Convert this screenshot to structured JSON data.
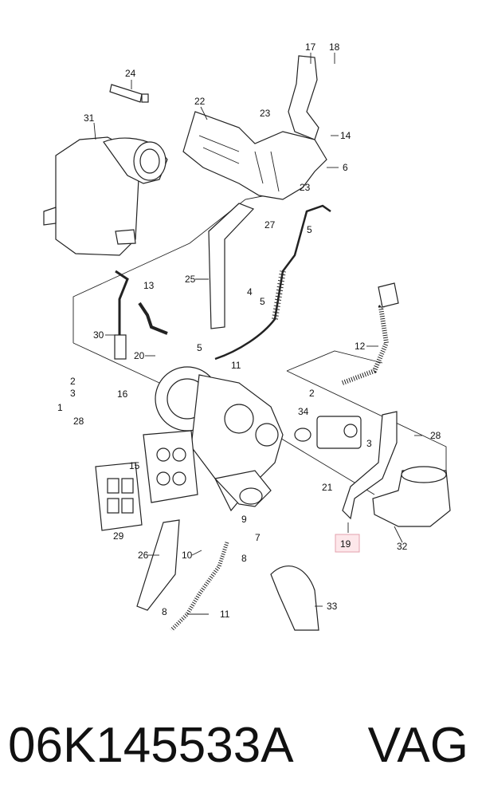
{
  "callouts": {
    "c1": "1",
    "c2a": "2",
    "c2b": "2",
    "c3a": "3",
    "c3b": "3",
    "c4": "4",
    "c5a": "5",
    "c5b": "5",
    "c5c": "5",
    "c6": "6",
    "c7": "7",
    "c8a": "8",
    "c8b": "8",
    "c9": "9",
    "c10": "10",
    "c11a": "11",
    "c11b": "11",
    "c12": "12",
    "c13": "13",
    "c14": "14",
    "c15": "15",
    "c16": "16",
    "c17": "17",
    "c18": "18",
    "c19": "19",
    "c20": "20",
    "c21": "21",
    "c22": "22",
    "c23a": "23",
    "c23b": "23",
    "c24": "24",
    "c25": "25",
    "c26": "26",
    "c27": "27",
    "c28a": "28",
    "c28b": "28",
    "c29": "29",
    "c30": "30",
    "c31": "31",
    "c32": "32",
    "c33": "33",
    "c34": "34"
  },
  "highlight_color": "#fde7ea",
  "footer": {
    "part_number": "06K145533A",
    "brand": "VAG"
  }
}
